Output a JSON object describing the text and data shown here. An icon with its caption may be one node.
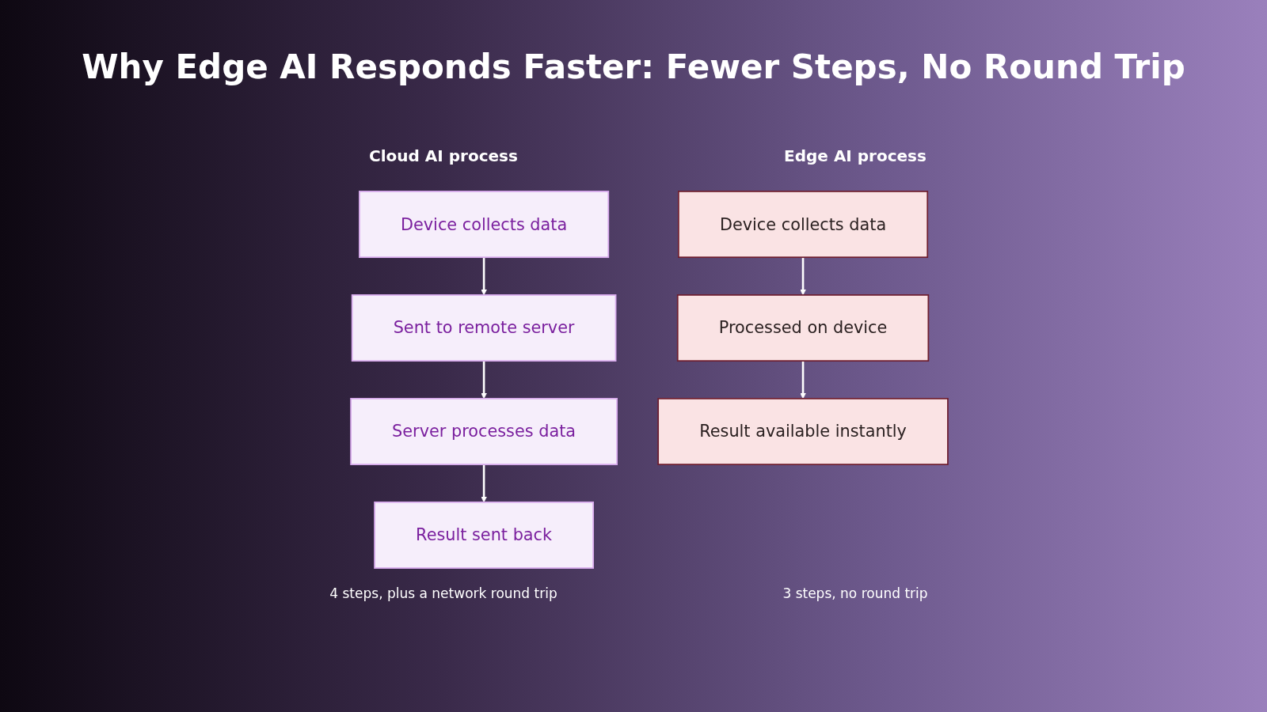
{
  "diagram": {
    "title": "Why Edge AI Responds Faster: Fewer Steps, No Round Trip",
    "nodes": [
      {
        "text": [
          "Device collects data"
        ]
      },
      {
        "text": [
          "Sent to remote server"
        ]
      },
      {
        "text": [
          "Server processes data"
        ]
      },
      {
        "text": [
          "Result sent back"
        ]
      },
      {
        "text": [
          "Device collects data"
        ]
      },
      {
        "text": [
          "Processed on device"
        ]
      },
      {
        "text": [
          "Result available instantly"
        ]
      }
    ],
    "edges": [
      {
        "from": 0,
        "to": 1,
        "arrow": "to"
      },
      {
        "from": 1,
        "to": 2,
        "arrow": "to"
      },
      {
        "from": 2,
        "to": 3,
        "arrow": "to"
      },
      {
        "from": 4,
        "to": 5,
        "arrow": "to"
      },
      {
        "from": 5,
        "to": 6,
        "arrow": "to"
      }
    ],
    "labels": [
      "Cloud AI process",
      "Edge AI process",
      "4 steps, plus a network round trip",
      "3 steps, no round trip"
    ]
  }
}
